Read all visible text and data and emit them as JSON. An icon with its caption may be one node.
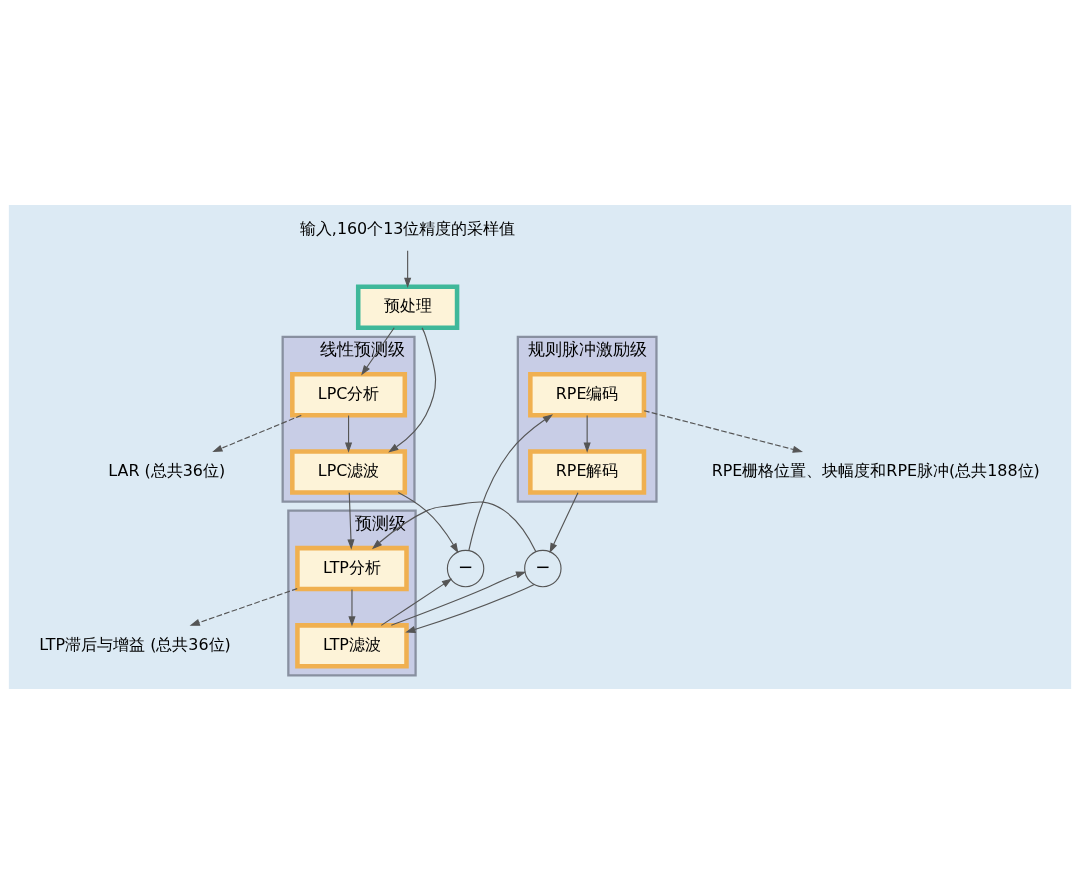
{
  "diagram": {
    "nodes": [
      {
        "text": [
          "输入,160个13位精度的采样值"
        ]
      },
      {
        "text": [
          "预处理"
        ]
      },
      {
        "text": [
          "线性预测级"
        ]
      },
      {
        "text": [
          "LPC分析"
        ],
        "in": 2
      },
      {
        "text": [
          "LPC滤波"
        ],
        "in": 2
      },
      {
        "text": [
          "预测级"
        ]
      },
      {
        "text": [
          "LTP分析"
        ],
        "in": 5
      },
      {
        "text": [
          "LTP滤波"
        ],
        "in": 5
      },
      {
        "text": [
          "规则脉冲激励级"
        ]
      },
      {
        "text": [
          "RPE编码"
        ],
        "in": 8
      },
      {
        "text": [
          "RPE解码"
        ],
        "in": 8
      },
      {
        "text": [
          "−"
        ]
      },
      {
        "text": [
          "−"
        ]
      },
      {
        "text": [
          "LAR (总共36位)"
        ]
      },
      {
        "text": [
          "LTP滞后与增益 (总共36位)"
        ]
      },
      {
        "text": [
          "RPE栅格位置、块幅度和RPE脉冲(总共188位)"
        ]
      }
    ],
    "edges": [
      {
        "from": 0,
        "to": 1,
        "arrow": "to"
      },
      {
        "from": 1,
        "to": 3,
        "arrow": "to"
      },
      {
        "from": 1,
        "to": 4,
        "arrow": "to"
      },
      {
        "from": 3,
        "to": 4,
        "arrow": "to"
      },
      {
        "from": 3,
        "to": 13,
        "arrow": "to",
        "style": "dashed"
      },
      {
        "from": 4,
        "to": 6,
        "arrow": "to"
      },
      {
        "from": 4,
        "to": 11,
        "arrow": "to"
      },
      {
        "from": 6,
        "to": 7,
        "arrow": "to"
      },
      {
        "from": 6,
        "to": 14,
        "arrow": "to",
        "style": "dashed"
      },
      {
        "from": 7,
        "to": 11,
        "arrow": "to"
      },
      {
        "from": 7,
        "to": 12,
        "arrow": "to"
      },
      {
        "from": 11,
        "to": 9,
        "arrow": "to"
      },
      {
        "from": 9,
        "to": 10,
        "arrow": "to"
      },
      {
        "from": 9,
        "to": 15,
        "arrow": "to",
        "style": "dashed"
      },
      {
        "from": 10,
        "to": 12,
        "arrow": "to"
      },
      {
        "from": 12,
        "to": 6,
        "arrow": "to"
      },
      {
        "from": 12,
        "to": 7,
        "arrow": "to"
      }
    ]
  }
}
